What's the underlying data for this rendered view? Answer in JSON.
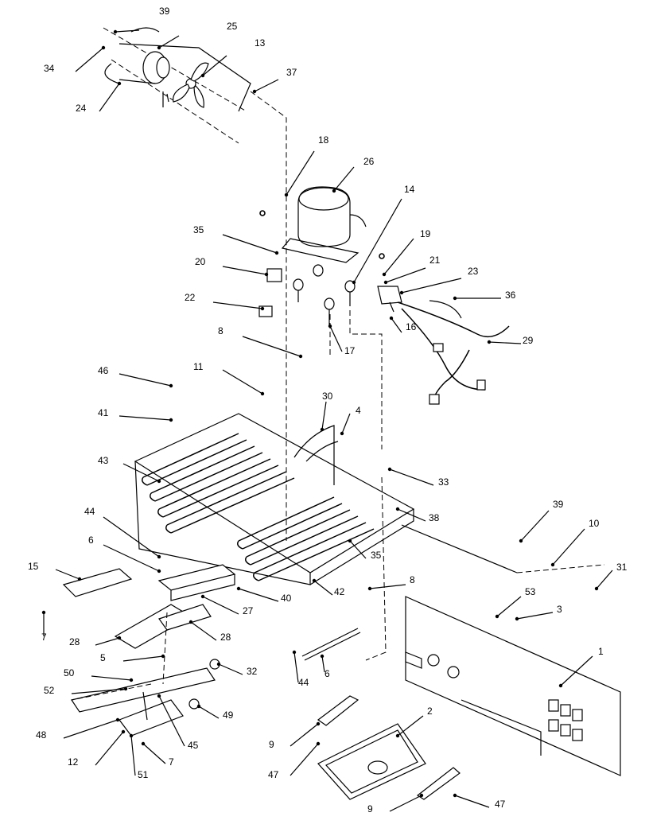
{
  "callouts": {
    "c39a": "39",
    "c25": "25",
    "c13": "13",
    "c34": "34",
    "c24": "24",
    "c37": "37",
    "c18": "18",
    "c26": "26",
    "c14": "14",
    "c19": "19",
    "c35a": "35",
    "c21": "21",
    "c23": "23",
    "c20": "20",
    "c36": "36",
    "c22": "22",
    "c16": "16",
    "c8a": "8",
    "c29": "29",
    "c17": "17",
    "c46": "46",
    "c11": "11",
    "c30": "30",
    "c4": "4",
    "c41": "41",
    "c43": "43",
    "c33": "33",
    "c38": "38",
    "c44a": "44",
    "c39b": "39",
    "c10": "10",
    "c6a": "6",
    "c35b": "35",
    "c15": "15",
    "c31": "31",
    "c8b": "8",
    "c42": "42",
    "c40": "40",
    "c27": "27",
    "c53": "53",
    "c3": "3",
    "c7a": "7",
    "c28a": "28",
    "c28b": "28",
    "c1": "1",
    "c5": "5",
    "c50": "50",
    "c32": "32",
    "c6b": "6",
    "c52": "52",
    "c44b": "44",
    "c48": "48",
    "c49": "49",
    "c45": "45",
    "c2": "2",
    "c9a": "9",
    "c12": "12",
    "c7b": "7",
    "c51": "51",
    "c47a": "47",
    "c9b": "9",
    "c47b": "47"
  },
  "control_panel": {
    "indicator_rows": 2,
    "indicator_cols": 3
  }
}
